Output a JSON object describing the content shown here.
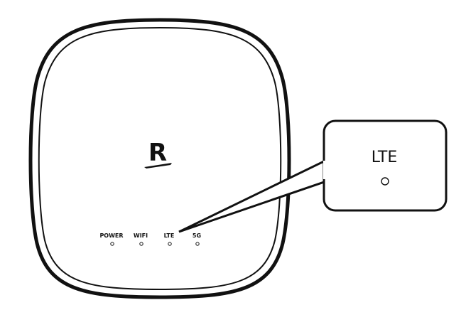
{
  "device": {
    "logo_letter": "R",
    "indicators": [
      {
        "label": "POWER"
      },
      {
        "label": "WIFI"
      },
      {
        "label": "LTE"
      },
      {
        "label": "5G"
      }
    ]
  },
  "callout": {
    "label": "LTE"
  },
  "colors": {
    "outline": "#111111",
    "background": "#ffffff"
  }
}
